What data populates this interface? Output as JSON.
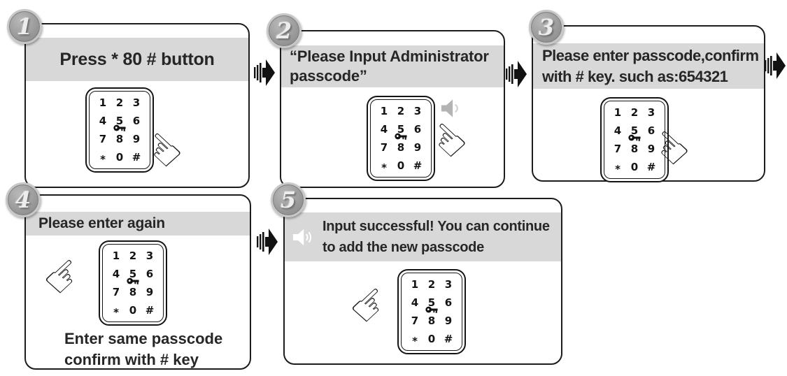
{
  "title": "Keypad administrator passcode setup instructions",
  "colors": {
    "band_gray": "#d8d8d8",
    "badge_gray": "#9a9a9a",
    "badge_ring": "#c7c7c7",
    "ink_black": "#1c1c1c",
    "speaker_gray": "#b3b3b3",
    "speaker_white": "#ffffff",
    "arrow_black": "#121212"
  },
  "icons": {
    "hand_point_up_left_glyph": "☜",
    "hand_point_up_right_glyph": "☞"
  },
  "keypad": {
    "keys": [
      [
        "1",
        "2",
        "3"
      ],
      [
        "4",
        "5",
        "6"
      ],
      [
        "7",
        "8",
        "9"
      ],
      [
        "*",
        "0",
        "#"
      ]
    ]
  },
  "panels": [
    {
      "number": "1",
      "header_lines": [
        "Press * 80 # button"
      ]
    },
    {
      "number": "2",
      "header_lines": [
        "“Please Input Administrator",
        "passcode”"
      ]
    },
    {
      "number": "3",
      "header_lines": [
        "Please enter passcode,confirm",
        "with # key. such as:654321"
      ]
    },
    {
      "number": "4",
      "header_lines": [
        "Please enter again"
      ],
      "footer_lines": [
        "Enter same passcode",
        "confirm with # key"
      ]
    },
    {
      "number": "5",
      "header_lines": [
        "Input successful! You can continue",
        "to add the new passcode"
      ]
    }
  ]
}
